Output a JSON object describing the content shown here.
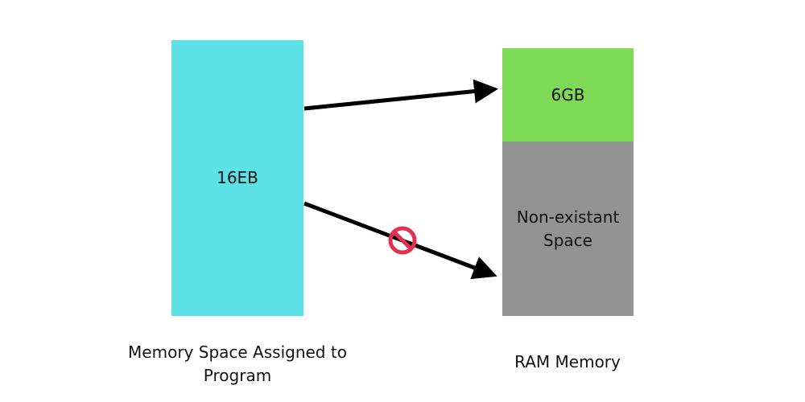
{
  "program": {
    "block_label": "16EB",
    "caption": "Memory Space Assigned to Program",
    "color": "#5ce1e6"
  },
  "ram": {
    "used_label": "6GB",
    "used_color": "#7ed957",
    "missing_label": "Non-existant Space",
    "missing_color": "#939393",
    "caption": "RAM Memory"
  },
  "symbols": {
    "prohibited_color": "#e0314f",
    "arrow_color": "#000000"
  }
}
